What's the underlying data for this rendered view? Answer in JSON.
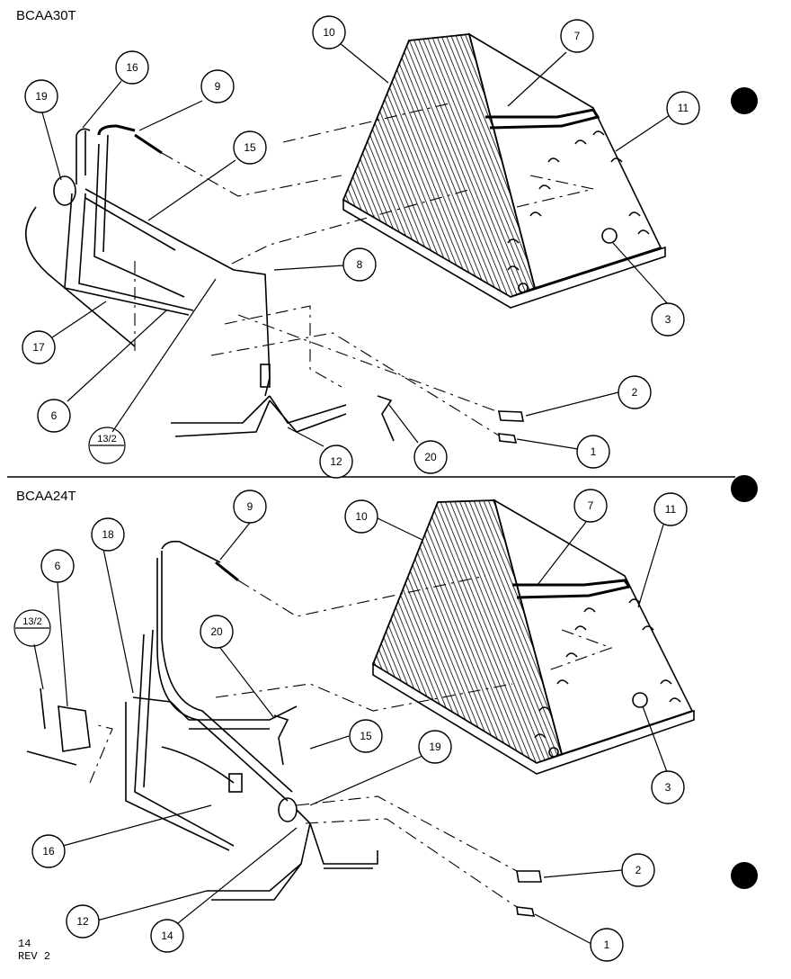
{
  "sections": [
    {
      "model": "BCAA30T",
      "callouts": [
        "10",
        "7",
        "11",
        "16",
        "9",
        "19",
        "15",
        "8",
        "3",
        "17",
        "2",
        "6",
        "13/2",
        "12",
        "20",
        "1"
      ]
    },
    {
      "model": "BCAA24T",
      "callouts": [
        "9",
        "10",
        "7",
        "11",
        "18",
        "6",
        "13/2",
        "20",
        "15",
        "19",
        "3",
        "16",
        "2",
        "12",
        "14",
        "1"
      ]
    }
  ],
  "footer": {
    "page": "14",
    "rev": "REV 2"
  }
}
